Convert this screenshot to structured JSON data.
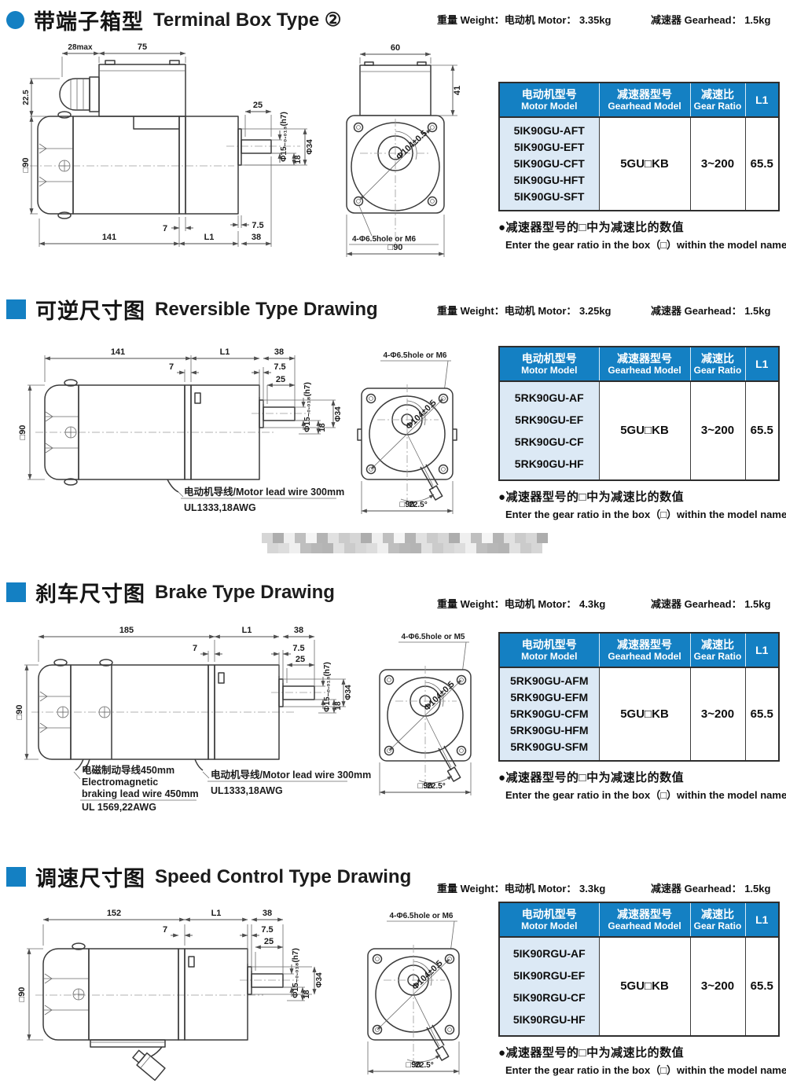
{
  "page": {
    "accent_blue": "#1480c3",
    "table_header_bg": "#1480c3",
    "table_first_col_bg": "#dce9f5",
    "table_headers": {
      "motor_cn": "电动机型号",
      "motor_en": "Motor Model",
      "gearhead_cn": "减速器型号",
      "gearhead_en": "Gearhead Model",
      "ratio_cn": "减速比",
      "ratio_en": "Gear Ratio",
      "l1": "L1"
    },
    "note_cn": "●减速器型号的□中为减速比的数值",
    "note_en": "Enter the gear ratio in the box（□）within the model name"
  },
  "sections": [
    {
      "title_cn": "带端子箱型",
      "title_en": "Terminal Box Type ②",
      "weight_label": "重量 Weight：",
      "motor_weight": "电动机 Motor： 3.35kg",
      "gearhead_weight": "减速器 Gearhead： 1.5kg",
      "table": {
        "models": [
          "5IK90GU-AFT",
          "5IK90GU-EFT",
          "5IK90GU-CFT",
          "5IK90GU-HFT",
          "5IK90GU-SFT"
        ],
        "gearhead_model": "5GU□KB",
        "gear_ratio": "3~200",
        "l1": "65.5"
      },
      "dims": {
        "d28": "28max",
        "d75": "75",
        "d22_5": "22.5",
        "sq90": "□90",
        "d25": "25",
        "shaft": "Φ15₋₀.₀₁₈(h7)",
        "d34": "Φ34",
        "d18": "18",
        "d7": "7",
        "d141": "141",
        "l1": "L1",
        "d38": "38",
        "d7_5": "7.5"
      },
      "front": {
        "d60": "60",
        "d41": "41",
        "hole": "4-Φ6.5hole or M6",
        "dia": "Φ104±0.5",
        "sq90": "□90"
      }
    },
    {
      "title_cn": "可逆尺寸图",
      "title_en": "Reversible Type Drawing",
      "weight_label": "重量 Weight：",
      "motor_weight": "电动机 Motor： 3.25kg",
      "gearhead_weight": "减速器 Gearhead： 1.5kg",
      "table": {
        "models": [
          "5RK90GU-AF",
          "5RK90GU-EF",
          "5RK90GU-CF",
          "5RK90GU-HF"
        ],
        "gearhead_model": "5GU□KB",
        "gear_ratio": "3~200",
        "l1": "65.5"
      },
      "dims": {
        "d141": "141",
        "l1": "L1",
        "d38": "38",
        "d7": "7",
        "d7_5": "7.5",
        "d25": "25",
        "shaft": "Φ15₋₀.₀₁₈(h7)",
        "d34": "Φ34",
        "d18": "18",
        "sq90": "□90"
      },
      "wires": {
        "motor_wire": "电动机导线/Motor lead wire 300mm",
        "motor_wire_spec": "UL1333,18AWG"
      },
      "front": {
        "hole": "4-Φ6.5hole or M6",
        "dia": "Φ104±0.5",
        "angle": "22.5°",
        "sq90": "□90"
      }
    },
    {
      "title_cn": "刹车尺寸图",
      "title_en": "Brake Type Drawing",
      "weight_label": "重量 Weight：",
      "motor_weight": "电动机 Motor： 4.3kg",
      "gearhead_weight": "减速器 Gearhead： 1.5kg",
      "table": {
        "models": [
          "5RK90GU-AFM",
          "5RK90GU-EFM",
          "5RK90GU-CFM",
          "5RK90GU-HFM",
          "5RK90GU-SFM"
        ],
        "gearhead_model": "5GU□KB",
        "gear_ratio": "3~200",
        "l1": "65.5"
      },
      "dims": {
        "d185": "185",
        "l1": "L1",
        "d38": "38",
        "d7": "7",
        "d7_5": "7.5",
        "d25": "25",
        "shaft": "Φ15₋₀.₀₁₈(h7)",
        "d34": "Φ34",
        "d18": "18",
        "sq90": "□90"
      },
      "wires": {
        "brake_wire_cn": "电磁制动导线450mm",
        "brake_wire_en1": "Electromagnetic",
        "brake_wire_en2": "braking lead wire 450mm",
        "brake_wire_spec": "UL 1569,22AWG",
        "motor_wire": "电动机导线/Motor lead wire 300mm",
        "motor_wire_spec": "UL1333,18AWG"
      },
      "front": {
        "hole": "4-Φ6.5hole or M5",
        "dia": "Φ104±0.5",
        "angle": "22.5°",
        "sq90": "□90"
      }
    },
    {
      "title_cn": "调速尺寸图",
      "title_en": "Speed Control Type Drawing",
      "weight_label": "重量 Weight：",
      "motor_weight": "电动机 Motor： 3.3kg",
      "gearhead_weight": "减速器 Gearhead： 1.5kg",
      "table": {
        "models": [
          "5IK90RGU-AF",
          "5IK90RGU-EF",
          "5IK90RGU-CF",
          "5IK90RGU-HF"
        ],
        "gearhead_model": "5GU□KB",
        "gear_ratio": "3~200",
        "l1": "65.5"
      },
      "dims": {
        "d152": "152",
        "l1": "L1",
        "d38": "38",
        "d7": "7",
        "d7_5": "7.5",
        "d25": "25",
        "shaft": "Φ15₋₀.₀₁₈(h7)",
        "d34": "Φ34",
        "d18": "18",
        "sq90": "□90"
      },
      "front": {
        "hole": "4-Φ6.5hole or M6",
        "dia": "Φ104±0.5",
        "angle": "22.5°",
        "sq90": "□90"
      }
    }
  ]
}
